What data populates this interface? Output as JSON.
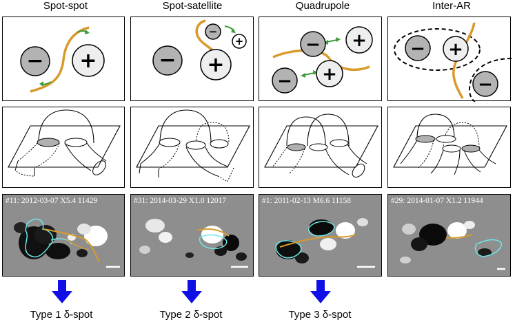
{
  "columns": [
    {
      "title": "Spot-spot"
    },
    {
      "title": "Spot-satellite"
    },
    {
      "title": "Quadrupole"
    },
    {
      "title": "Inter-AR"
    }
  ],
  "magnetograms": [
    {
      "label": "#11: 2012-03-07 X5.4 11429"
    },
    {
      "label": "#31: 2014-03-29 X1.0 12017"
    },
    {
      "label": "#1: 2011-02-13 M6.6 11158"
    },
    {
      "label": "#29: 2014-01-07 X1.2 11944"
    }
  ],
  "types": [
    {
      "label": "Type 1 δ-spot"
    },
    {
      "label": "Type 2 δ-spot"
    },
    {
      "label": "Type 3 δ-spot"
    }
  ],
  "symbols": {
    "neg": "−",
    "pos": "+"
  },
  "colors": {
    "pil": "#d89a2b",
    "flow": "#3b9a3b",
    "spot_fill": "#b3b3b3",
    "contour_cyan": "#6fe6e6",
    "arrow_blue": "#1010e6",
    "mag_bg": "#8e8e8e"
  }
}
